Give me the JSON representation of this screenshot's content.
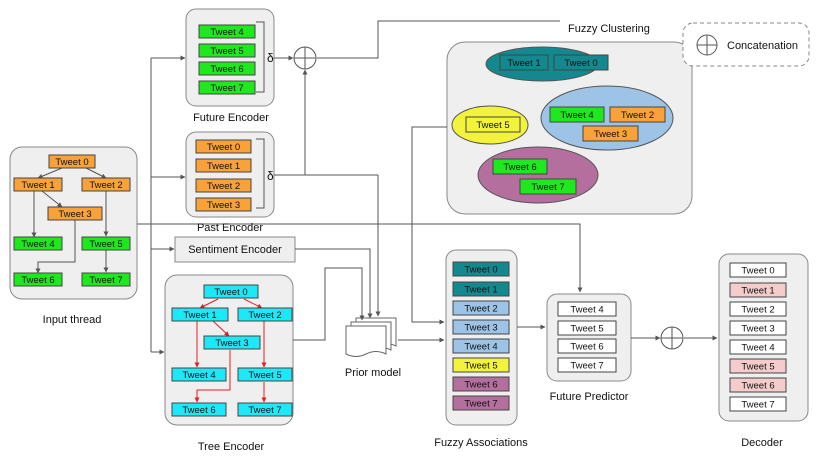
{
  "panels": {
    "input_thread": {
      "label": "Input thread",
      "tweets": [
        "Tweet 0",
        "Tweet 1",
        "Tweet 2",
        "Tweet 3",
        "Tweet 4",
        "Tweet 5",
        "Tweet 6",
        "Tweet 7"
      ]
    },
    "future_encoder": {
      "label": "Future Encoder",
      "tweets": [
        "Tweet 4",
        "Tweet 5",
        "Tweet 6",
        "Tweet 7"
      ],
      "symbol": "δ"
    },
    "past_encoder": {
      "label": "Past Encoder",
      "tweets": [
        "Tweet 0",
        "Tweet 1",
        "Tweet 2",
        "Tweet 3"
      ],
      "symbol": "δ"
    },
    "sentiment_encoder": {
      "label": "Sentiment Encoder"
    },
    "tree_encoder": {
      "label": "Tree Encoder",
      "tweets": [
        "Tweet 0",
        "Tweet 1",
        "Tweet 2",
        "Tweet 3",
        "Tweet 4",
        "Tweet 5",
        "Tweet 6",
        "Tweet 7"
      ]
    },
    "prior_model": {
      "label": "Prior model"
    },
    "fuzzy_clustering": {
      "label": "Fuzzy Clustering",
      "clusters": [
        {
          "tweets": [
            "Tweet 1",
            "Tweet 0"
          ],
          "color": "#13898f"
        },
        {
          "tweets": [
            "Tweet 5"
          ],
          "color": "#f3f33c"
        },
        {
          "tweets": [
            "Tweet 4",
            "Tweet 2",
            "Tweet 3"
          ],
          "color": "#9dc3e6"
        },
        {
          "tweets": [
            "Tweet 6",
            "Tweet 7"
          ],
          "color": "#b46f9e"
        }
      ]
    },
    "fuzzy_associations": {
      "label": "Fuzzy Associations",
      "tweets": [
        "Tweet 0",
        "Tweet 1",
        "Tweet 2",
        "Tweet 3",
        "Tweet 4",
        "Tweet 5",
        "Tweet 6",
        "Tweet 7"
      ]
    },
    "future_predictor": {
      "label": "Future Predictor",
      "tweets": [
        "Tweet 4",
        "Tweet 5",
        "Tweet 6",
        "Tweet 7"
      ]
    },
    "decoder": {
      "label": "Decoder",
      "tweets": [
        "Tweet 0",
        "Tweet 1",
        "Tweet 2",
        "Tweet 3",
        "Tweet 4",
        "Tweet 5",
        "Tweet 6",
        "Tweet 7"
      ]
    }
  },
  "legend": {
    "label": "Concatenation",
    "symbol": "concat-circle-icon"
  },
  "colors": {
    "past": "#f9a23a",
    "future": "#1fe81f",
    "tree": "#1ee8f7",
    "cluster_teal": "#13898f",
    "cluster_yellow": "#f3f33c",
    "cluster_blue": "#9dc3e6",
    "cluster_purple": "#b46f9e",
    "decoder_pink": "#f4cccc",
    "panel_bg": "#efefef",
    "tree_edge": "#e02020"
  }
}
